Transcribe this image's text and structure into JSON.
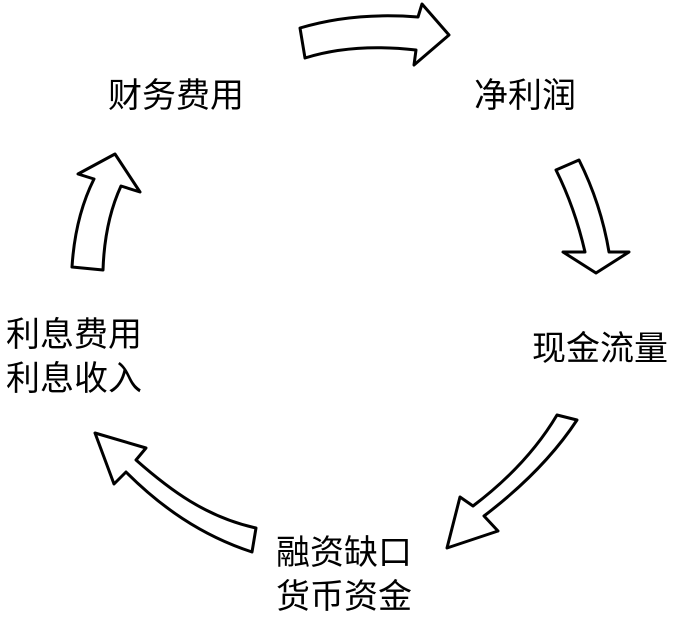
{
  "nodes": {
    "finance_cost": {
      "lines": [
        "财务费用"
      ]
    },
    "net_profit": {
      "lines": [
        "净利润"
      ]
    },
    "cash_flow": {
      "lines": [
        "现金流量"
      ]
    },
    "funding": {
      "lines": [
        "融资缺口",
        "货币资金"
      ]
    },
    "interest": {
      "lines": [
        "利息费用",
        "利息收入"
      ]
    }
  },
  "cycle": [
    "finance_cost",
    "net_profit",
    "cash_flow",
    "funding",
    "interest"
  ]
}
